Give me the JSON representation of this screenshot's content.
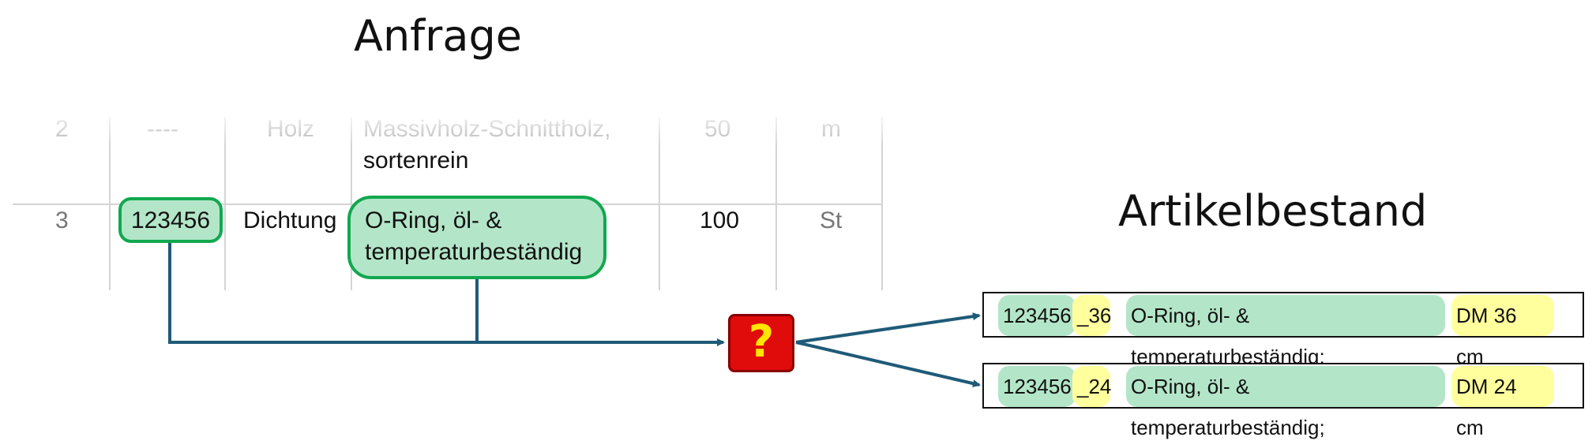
{
  "titles": {
    "request": "Anfrage",
    "inventory": "Artikelbestand"
  },
  "request_table": {
    "rows": [
      {
        "pos": "2",
        "article_no": "----",
        "group": "Holz",
        "description_line1": "Massivholz-Schnittholz,",
        "description_line2": "sortenrein",
        "quantity": "50",
        "unit": "m"
      },
      {
        "pos": "3",
        "article_no": "123456",
        "group": "Dichtung",
        "description_line1": "O-Ring, öl- &",
        "description_line2": "temperaturbeständig",
        "quantity": "100",
        "unit": "St"
      }
    ]
  },
  "match_marker": "?",
  "inventory": [
    {
      "article_base": "123456",
      "article_suffix": "_36",
      "description": "O-Ring, öl- & temperaturbeständig;",
      "dimension": "DM 36 cm"
    },
    {
      "article_base": "123456",
      "article_suffix": "_24",
      "description": "O-Ring, öl- & temperaturbeständig;",
      "dimension": "DM 24 cm"
    }
  ],
  "colors": {
    "highlight_green": "#b3e6c8",
    "highlight_border": "#11a84f",
    "highlight_yellow": "#ffff9e",
    "arrow": "#1f5a78",
    "question_bg": "#e00b0b",
    "question_fg": "#ffe600"
  }
}
